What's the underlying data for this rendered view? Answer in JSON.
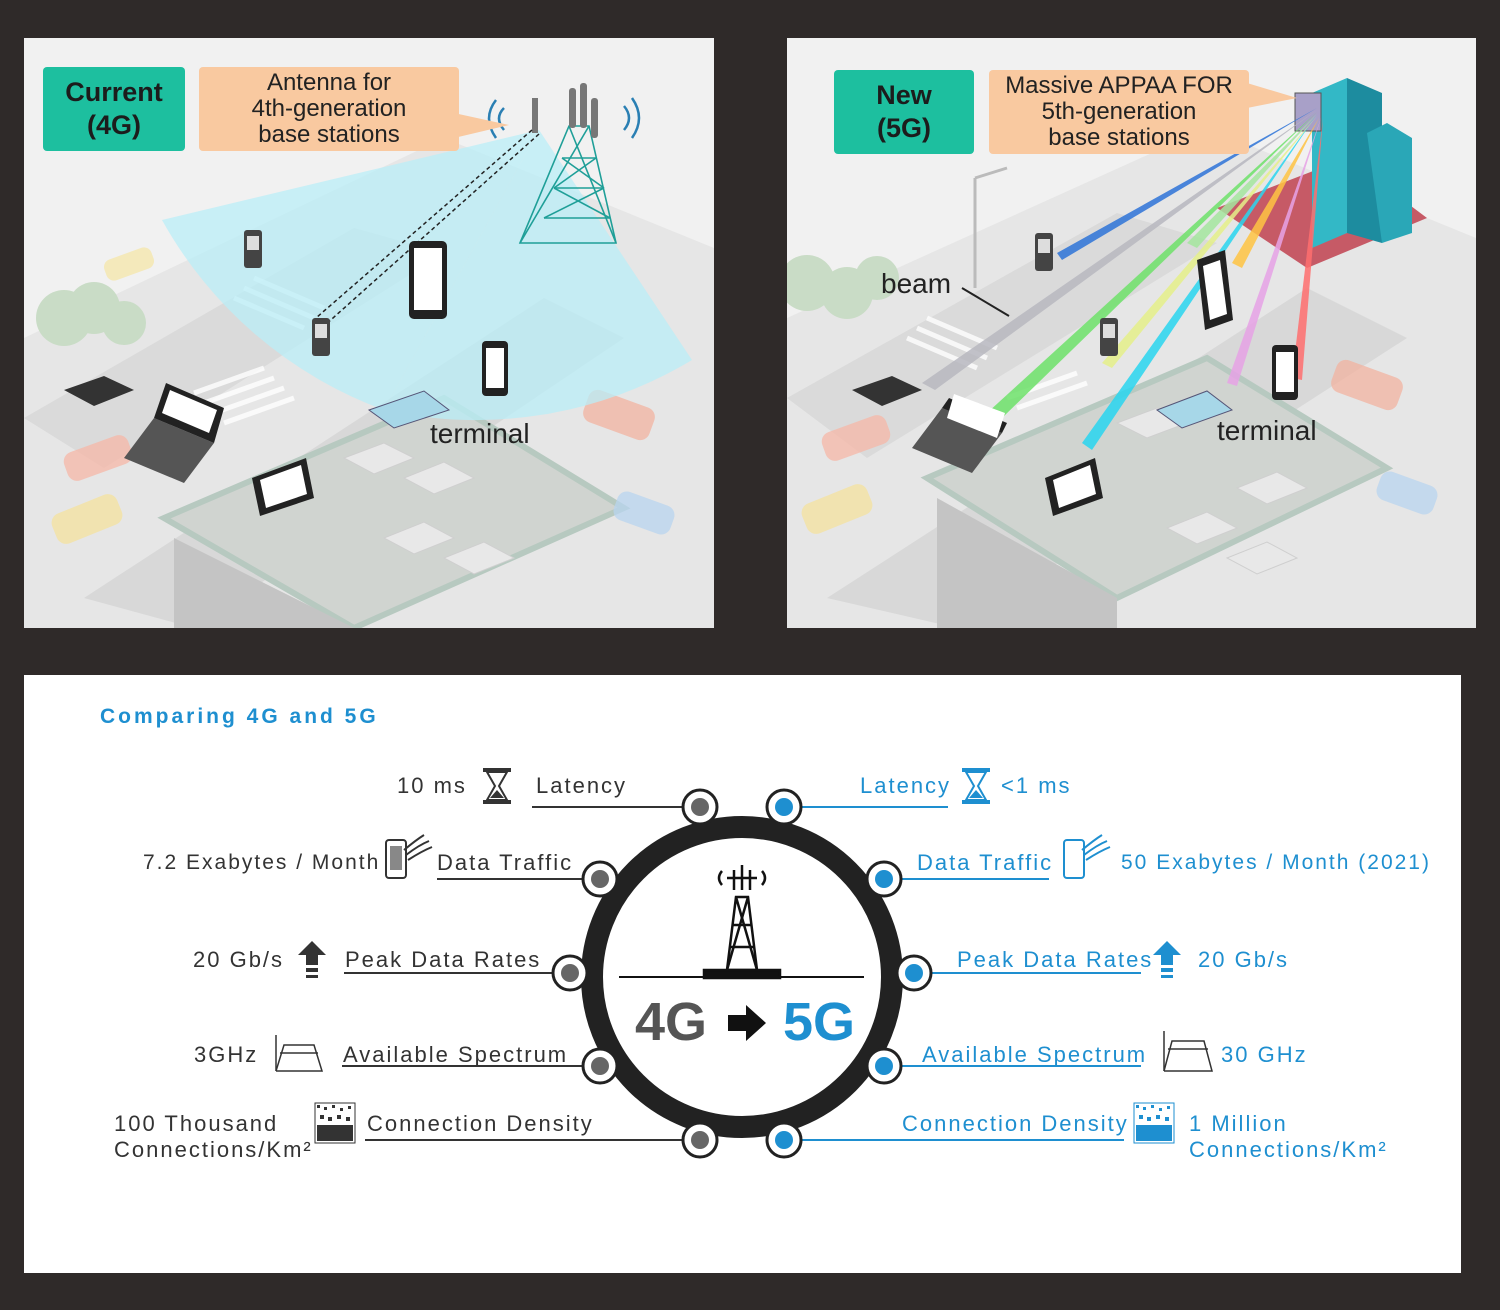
{
  "top_left": {
    "badge_line1": "Current",
    "badge_line2": "(4G)",
    "callout_lines": [
      "Antenna for",
      "4th-generation",
      "base stations"
    ],
    "terminal_label": "terminal"
  },
  "top_right": {
    "badge_line1": "New",
    "badge_line2": "(5G)",
    "callout_lines": [
      "Massive APPAA FOR",
      "5th-generation",
      "base stations"
    ],
    "beam_label": "beam",
    "terminal_label": "terminal"
  },
  "comparison": {
    "title": "Comparing 4G and 5G",
    "center_4g": "4G",
    "center_5g": "5G",
    "left": [
      {
        "label": "Latency",
        "value": "10 ms",
        "icon": "hourglass-icon"
      },
      {
        "label": "Data Traffic",
        "value": "7.2 Exabytes / Month",
        "icon": "phone-signal-icon"
      },
      {
        "label": "Peak Data Rates",
        "value": "20 Gb/s",
        "icon": "up-arrow-icon"
      },
      {
        "label": "Available Spectrum",
        "value": "3GHz",
        "icon": "spectrum-icon"
      },
      {
        "label": "Connection Density",
        "value_line1": "100 Thousand",
        "value_line2": "Connections/Km²",
        "icon": "density-icon"
      }
    ],
    "right": [
      {
        "label": "Latency",
        "value": "<1 ms",
        "icon": "hourglass-icon"
      },
      {
        "label": "Data Traffic",
        "value": "50 Exabytes / Month (2021)",
        "icon": "phone-signal-icon"
      },
      {
        "label": "Peak Data Rates",
        "value": "20 Gb/s",
        "icon": "up-arrow-icon"
      },
      {
        "label": "Available Spectrum",
        "value": "30 GHz",
        "icon": "spectrum-icon"
      },
      {
        "label": "Connection Density",
        "value_line1": "1 Million",
        "value_line2": "Connections/Km²",
        "icon": "density-icon"
      }
    ],
    "colors": {
      "gray": "#333333",
      "blue": "#1e8fd0",
      "ring": "#222222"
    }
  }
}
